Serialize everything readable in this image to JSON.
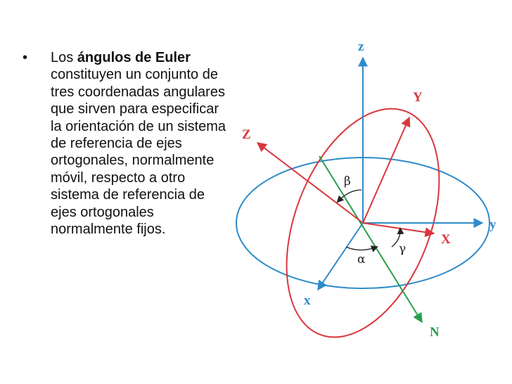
{
  "slide": {
    "bullet": "•",
    "text_before": "Los ",
    "text_bold": "ángulos de Euler",
    "text_after": " constituyen un conjunto de tres coordenadas angulares que sirven para especificar la orientación de un sistema de referencia de ejes ortogonales, normalmente móvil, respecto a otro sistema de referencia de ejes ortogonales normalmente fijos."
  },
  "diagram": {
    "labels": {
      "z_fixed": "z",
      "y_fixed": "y",
      "x_fixed": "x",
      "z_moving": "Z",
      "y_moving": "Y",
      "x_moving": "X",
      "node_line": "N",
      "alpha": "α",
      "beta": "β",
      "gamma": "γ"
    },
    "colors": {
      "fixed": "#2e8bc9",
      "moving": "#d9373d",
      "node": "#28a048",
      "arc": "#222222"
    }
  }
}
